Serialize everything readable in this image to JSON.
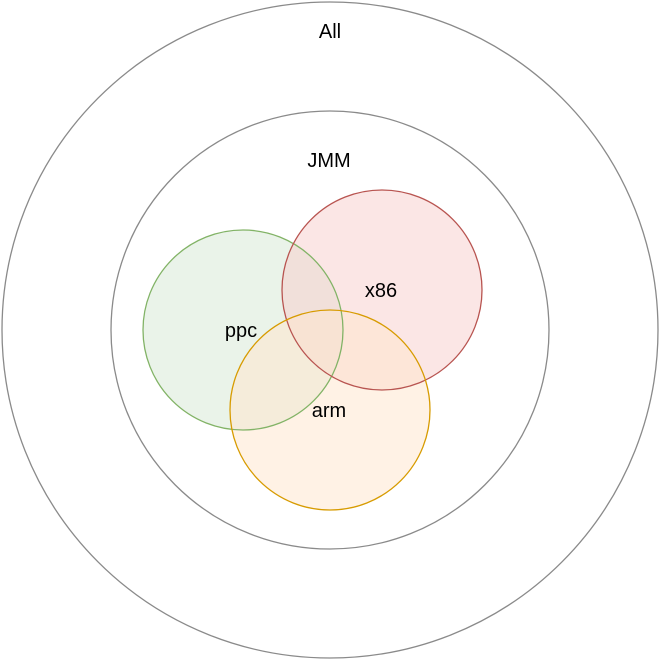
{
  "diagram": {
    "sets": [
      {
        "id": "all",
        "label": "All",
        "fill": "#ffffff",
        "stroke": "#8a8a8a"
      },
      {
        "id": "jmm",
        "label": "JMM",
        "fill": "#ffffff",
        "stroke": "#8a8a8a"
      },
      {
        "id": "ppc",
        "label": "ppc",
        "fill": "#d5e8d4",
        "stroke": "#82b366",
        "fill_opacity": 0.5
      },
      {
        "id": "x86",
        "label": "x86",
        "fill": "#f8cecc",
        "stroke": "#b85450",
        "fill_opacity": 0.5
      },
      {
        "id": "arm",
        "label": "arm",
        "fill": "#ffe6cc",
        "stroke": "#d79b00",
        "fill_opacity": 0.5
      }
    ]
  }
}
